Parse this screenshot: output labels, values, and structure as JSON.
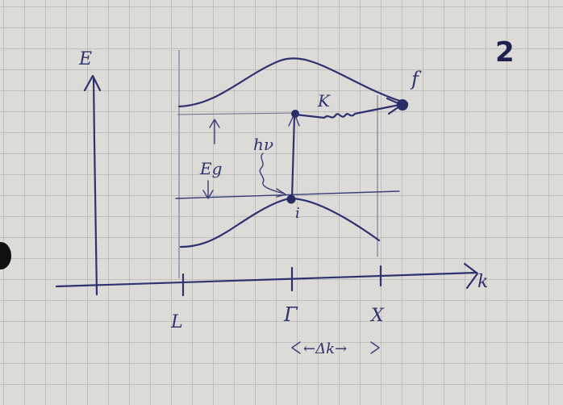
{
  "page_number": "2",
  "axes": {
    "y_label": "E",
    "x_label": "k"
  },
  "k_points": {
    "L": "L",
    "Gamma": "Γ",
    "X": "X"
  },
  "labels": {
    "phonon": "K",
    "photon": "hν",
    "gap": "Eg",
    "initial_state": "i",
    "final_state": "f",
    "momentum_shift": "←Δk→"
  }
}
